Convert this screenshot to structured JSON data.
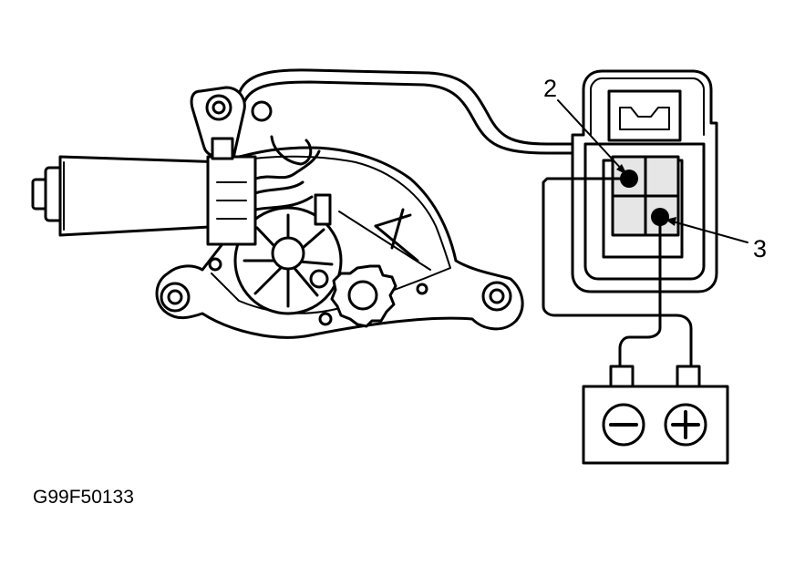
{
  "diagram": {
    "figure_code": "G99F50133",
    "callouts": {
      "terminal_2": "2",
      "terminal_3": "3"
    },
    "battery": {
      "negative_symbol": "minus-sign",
      "positive_symbol": "plus-sign"
    },
    "colors": {
      "line": "#000000",
      "background": "#ffffff",
      "shading": "#e6e6e6"
    }
  }
}
